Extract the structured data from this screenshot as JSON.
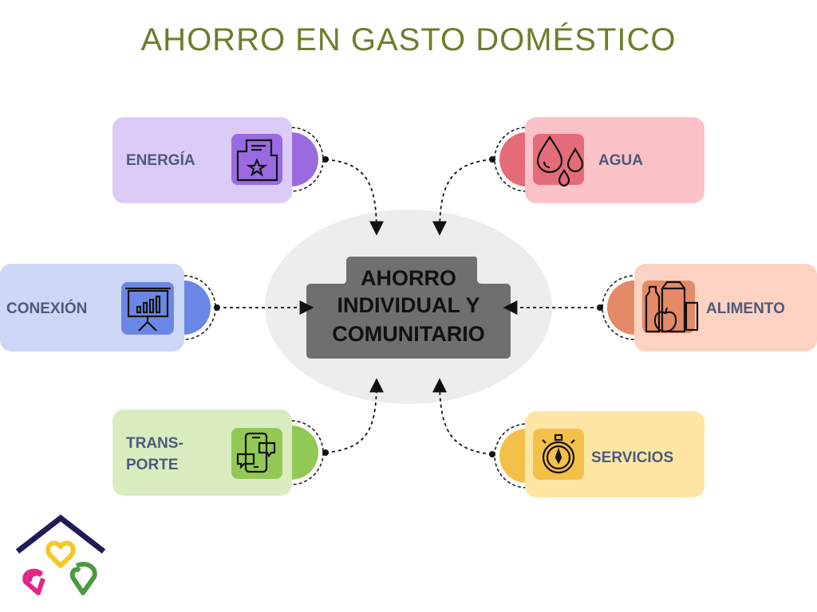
{
  "title": "AHORRO EN GASTO DOMÉSTICO",
  "center": {
    "lines": [
      "AHORRO",
      "INDIVIDUAL Y",
      "COMUNITARIO"
    ]
  },
  "nodes": {
    "energia": {
      "label": "ENERGÍA",
      "icon": "document-star-icon",
      "color": "#dccbf7",
      "accent": "#9a6be0"
    },
    "conexion": {
      "label": "CONEXIÓN",
      "icon": "presentation-chart-icon",
      "color": "#cdd7f6",
      "accent": "#6b87e6"
    },
    "transporte": {
      "label_line1": "TRANS-",
      "label_line2": "PORTE",
      "icon": "phone-chat-icon",
      "color": "#d9ecc0",
      "accent": "#92c954"
    },
    "agua": {
      "label": "AGUA",
      "icon": "water-drops-icon",
      "color": "#fbc2c8",
      "accent": "#e46c78"
    },
    "alimento": {
      "label": "ALIMENTO",
      "icon": "groceries-icon",
      "color": "#fcd3c3",
      "accent": "#e58a67"
    },
    "servicios": {
      "label": "SERVICIOS",
      "icon": "stopwatch-icon",
      "color": "#fde6a4",
      "accent": "#f5c04a"
    }
  },
  "logo": {
    "icon": "house-hearts-logo"
  }
}
